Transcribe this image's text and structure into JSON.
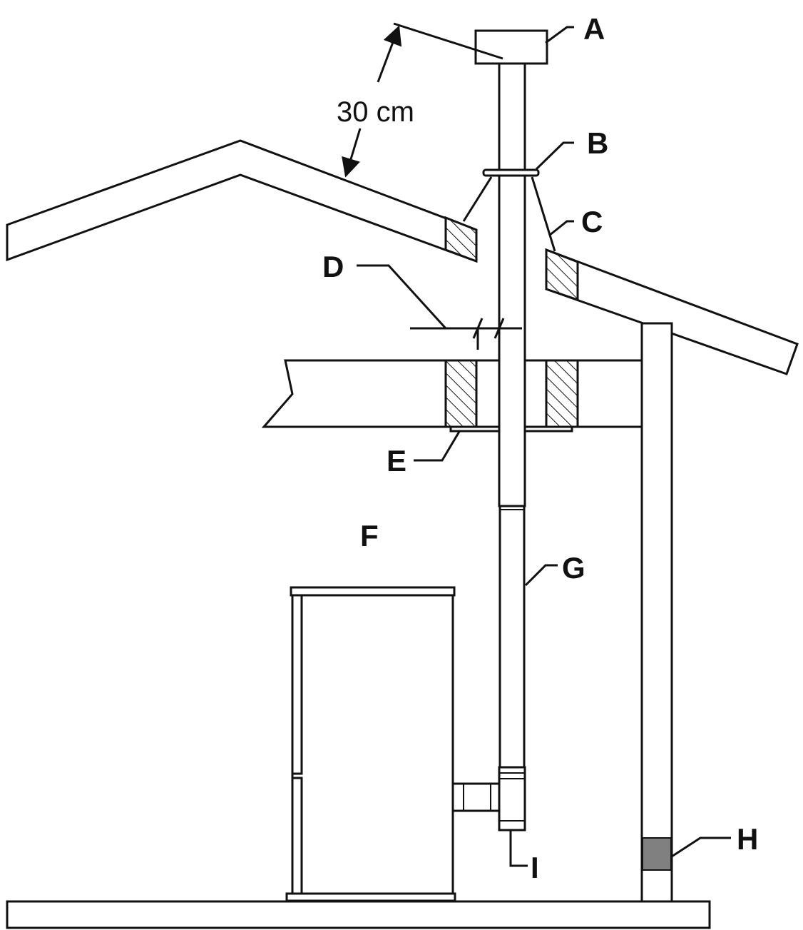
{
  "labels": {
    "a": "A",
    "b": "B",
    "c": "C",
    "d": "D",
    "e": "E",
    "f": "F",
    "g": "G",
    "h": "H",
    "i": "I"
  },
  "dimension": {
    "clearance_text": "30 cm"
  },
  "colors": {
    "line": "#111111",
    "background": "#ffffff",
    "gray_fill": "#808080"
  }
}
